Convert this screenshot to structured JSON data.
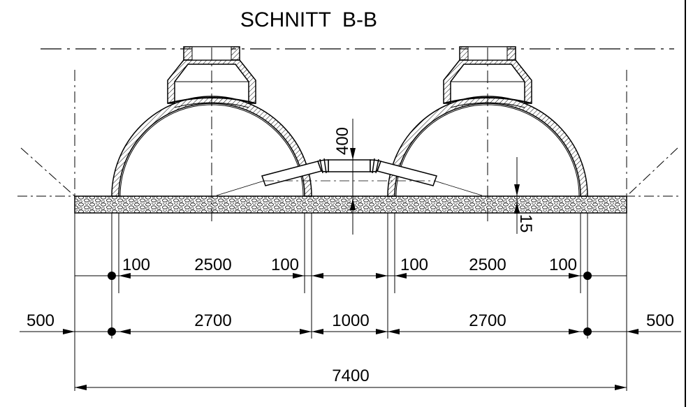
{
  "title": "SCHNITT  B-B",
  "dimensions": {
    "row1": {
      "left_wall": "100",
      "left_inner": "2500",
      "left_wall2": "100",
      "right_wall": "100",
      "right_inner": "2500",
      "right_wall2": "100"
    },
    "row2": {
      "left_margin": "500",
      "left_tank": "2700",
      "gap": "1000",
      "right_tank": "2700",
      "right_margin": "500"
    },
    "total": "7400",
    "pipe_height": "400",
    "bed_thickness": "15"
  },
  "colors": {
    "line": "#000000",
    "background": "#ffffff"
  }
}
